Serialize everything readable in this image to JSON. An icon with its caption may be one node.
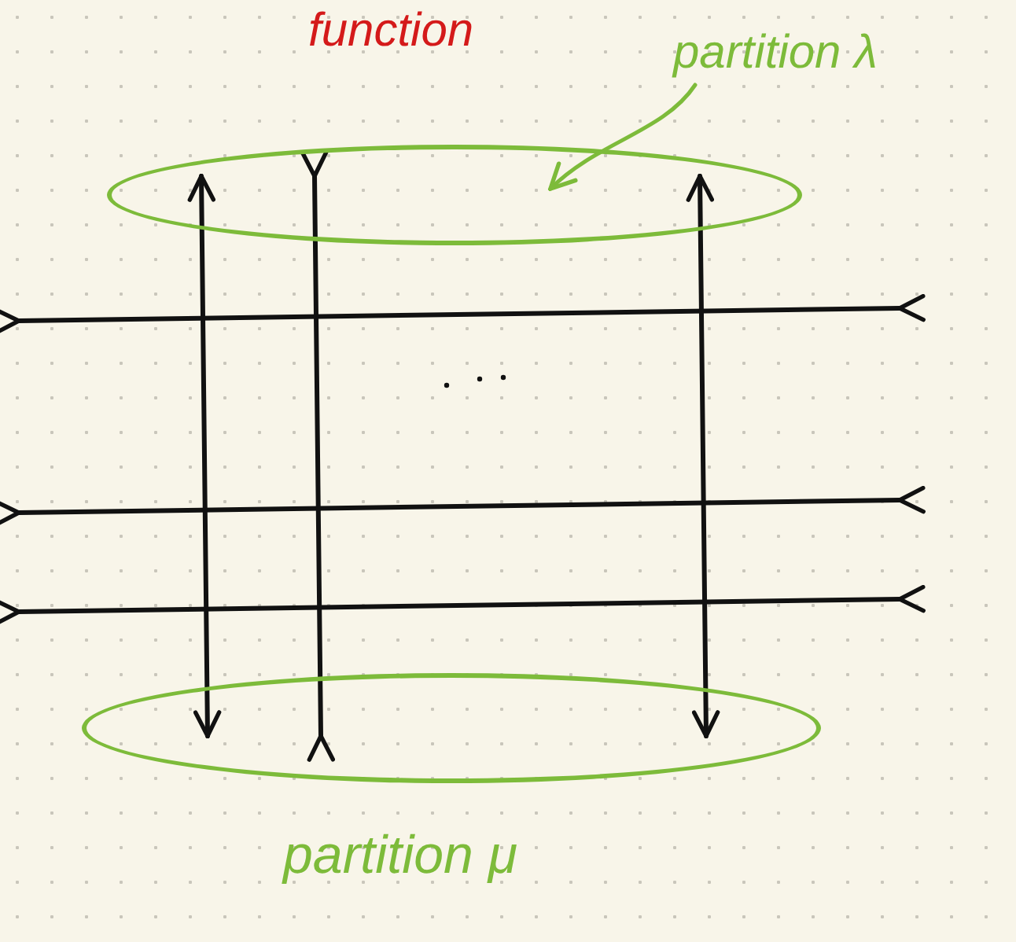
{
  "diagram": {
    "nodes": [
      {
        "text": [
          "partition λ"
        ]
      },
      {
        "text": [],
        "shape": "ellipse"
      },
      {
        "text": [],
        "shape": "ellipse"
      }
    ],
    "edges": [
      {
        "from": 0,
        "to": 1,
        "arrow": "to",
        "color": "#7dbb3a"
      },
      {
        "from": 1,
        "to": 2,
        "arrow": "both"
      },
      {
        "from": 1,
        "to": 2,
        "arrow": "other"
      },
      {
        "from": 1,
        "to": 2,
        "arrow": "both"
      }
    ],
    "labels": [
      "function",
      "partition μ"
    ]
  }
}
